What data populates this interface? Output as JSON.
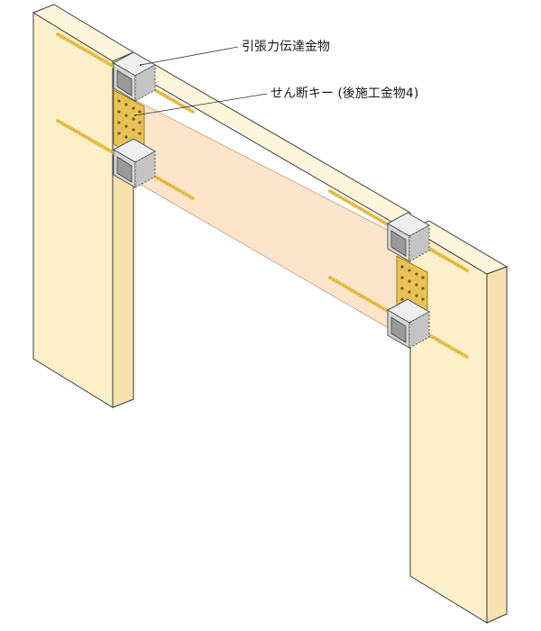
{
  "labels": {
    "tension_hardware": "引張力伝達金物",
    "shear_key": "せん断キー (後施工金物4)"
  },
  "colors": {
    "timber_front": "#fcefc9",
    "timber_side": "#f7e2ae",
    "timber_top": "#fff5dc",
    "infill": "#fde5cc",
    "rod": "#e6c24c",
    "steel_face": "#dcdcdc",
    "steel_inner": "#9a9a9a",
    "plate": "#e8c157",
    "outline": "#3a3a3a"
  },
  "icons": {
    "tension_hardware": "steel-box-connector",
    "shear_key": "perforated-plate"
  }
}
